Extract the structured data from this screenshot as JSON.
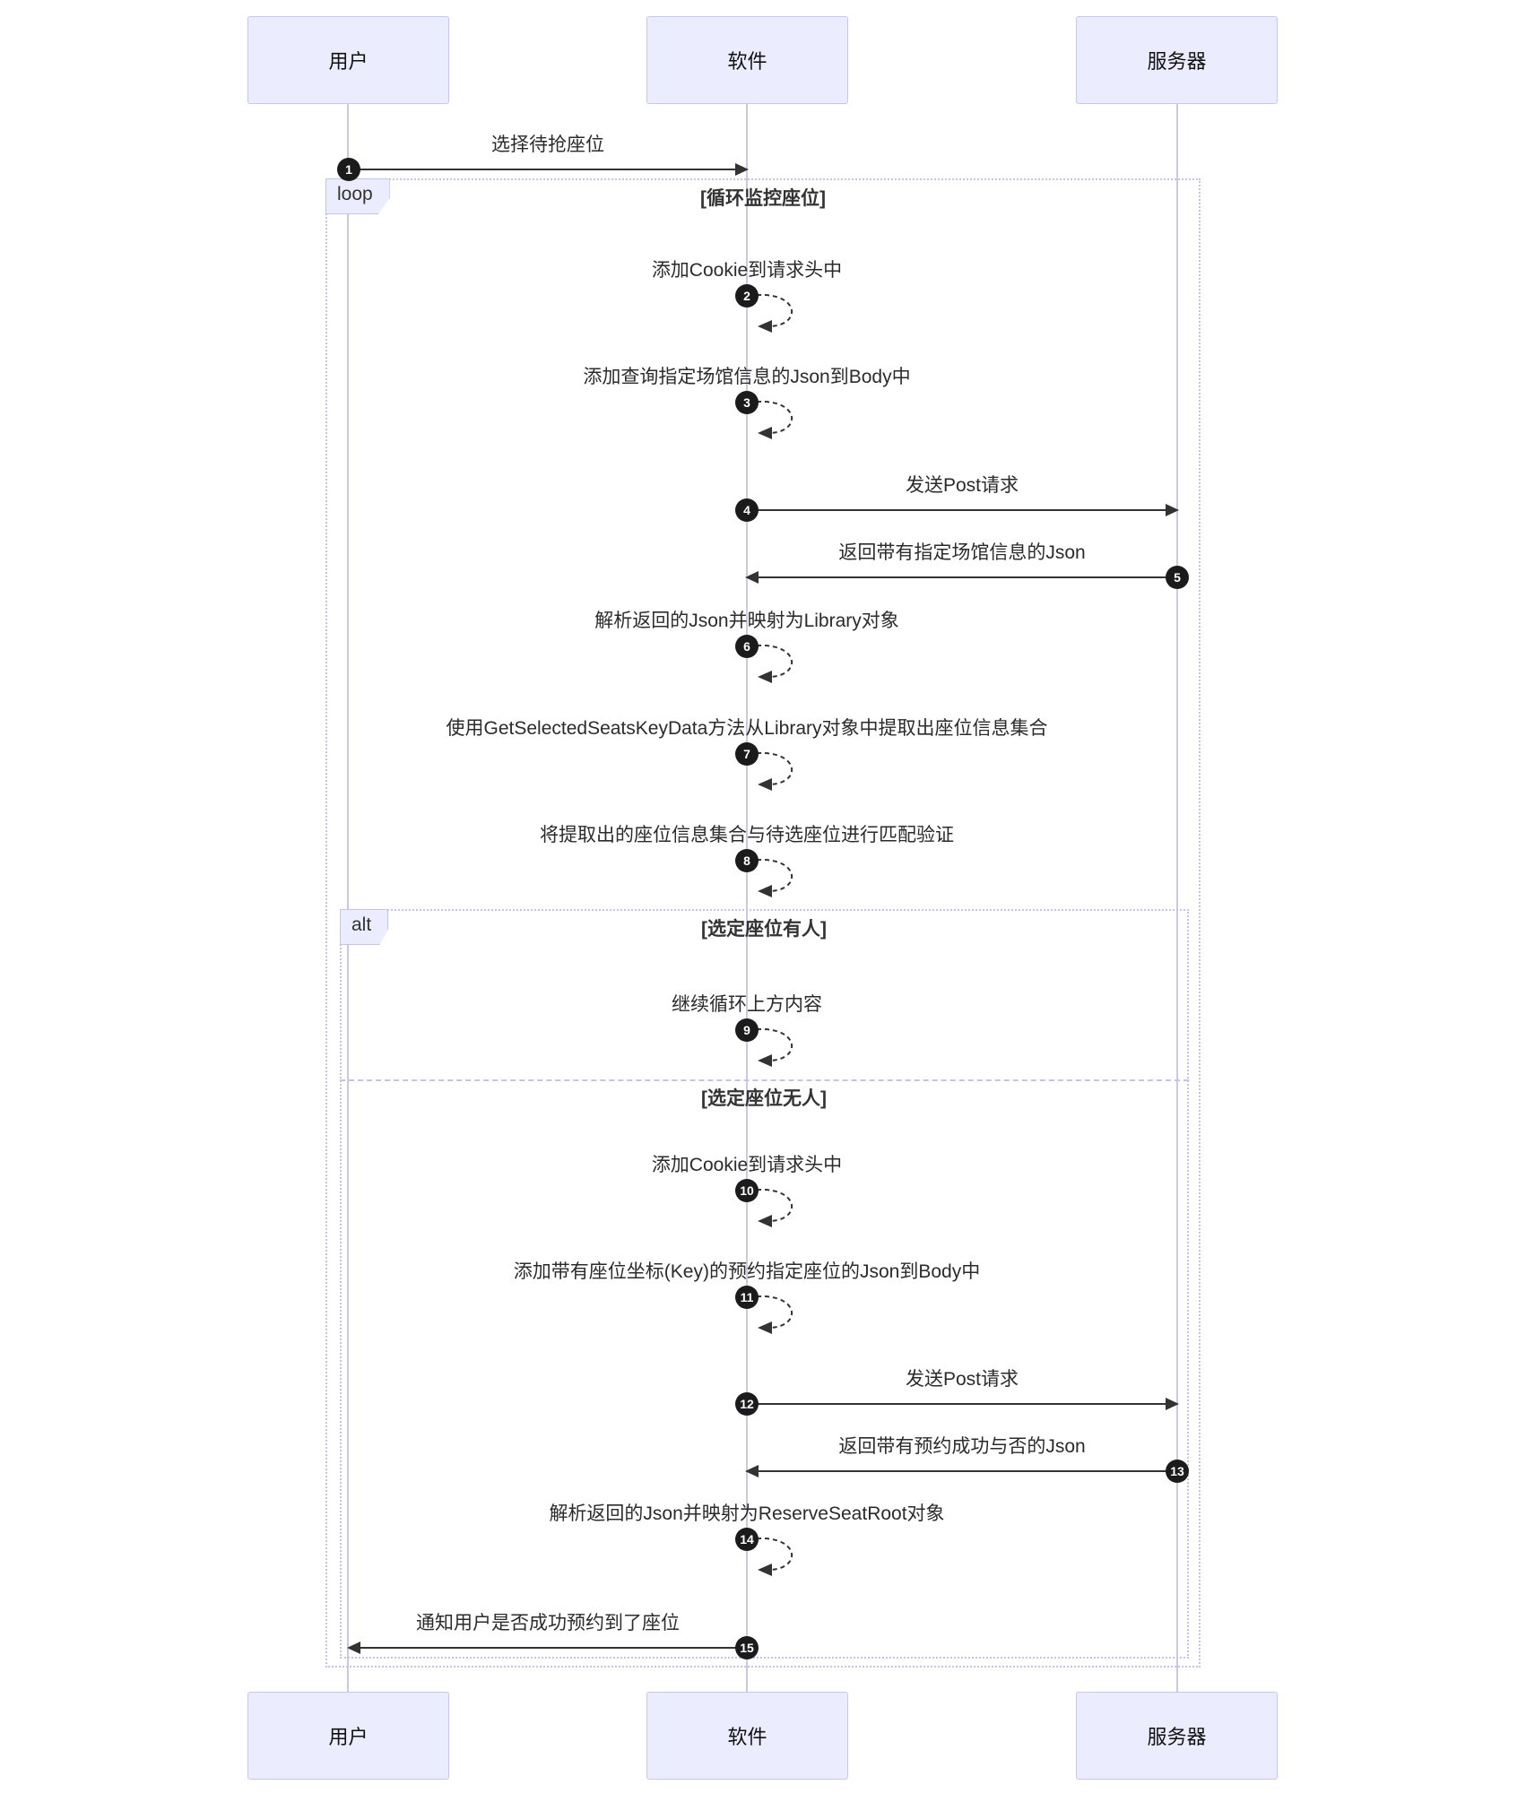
{
  "actors": {
    "user": "用户",
    "software": "软件",
    "server": "服务器"
  },
  "frames": {
    "loop": {
      "label": "loop",
      "condition": "[循环监控座位]"
    },
    "alt": {
      "label": "alt",
      "condition_top": "[选定座位有人]",
      "condition_bottom": "[选定座位无人]"
    }
  },
  "messages": {
    "m1": {
      "num": "1",
      "text": "选择待抢座位"
    },
    "m2": {
      "num": "2",
      "text": "添加Cookie到请求头中"
    },
    "m3": {
      "num": "3",
      "text": "添加查询指定场馆信息的Json到Body中"
    },
    "m4": {
      "num": "4",
      "text": "发送Post请求"
    },
    "m5": {
      "num": "5",
      "text": "返回带有指定场馆信息的Json"
    },
    "m6": {
      "num": "6",
      "text": "解析返回的Json并映射为Library对象"
    },
    "m7": {
      "num": "7",
      "text": "使用GetSelectedSeatsKeyData方法从Library对象中提取出座位信息集合"
    },
    "m8": {
      "num": "8",
      "text": "将提取出的座位信息集合与待选座位进行匹配验证"
    },
    "m9": {
      "num": "9",
      "text": "继续循环上方内容"
    },
    "m10": {
      "num": "10",
      "text": "添加Cookie到请求头中"
    },
    "m11": {
      "num": "11",
      "text": "添加带有座位坐标(Key)的预约指定座位的Json到Body中"
    },
    "m12": {
      "num": "12",
      "text": "发送Post请求"
    },
    "m13": {
      "num": "13",
      "text": "返回带有预约成功与否的Json"
    },
    "m14": {
      "num": "14",
      "text": "解析返回的Json并映射为ReserveSeatRoot对象"
    },
    "m15": {
      "num": "15",
      "text": "通知用户是否成功预约到了座位"
    }
  },
  "colors": {
    "actor_fill": "#ECECFF",
    "actor_border": "#C6C6F2",
    "frame_border": "#C3C3EE",
    "lifeline": "#C9C9E2",
    "arrow": "#333333",
    "number_badge": "#1B1B1B"
  }
}
